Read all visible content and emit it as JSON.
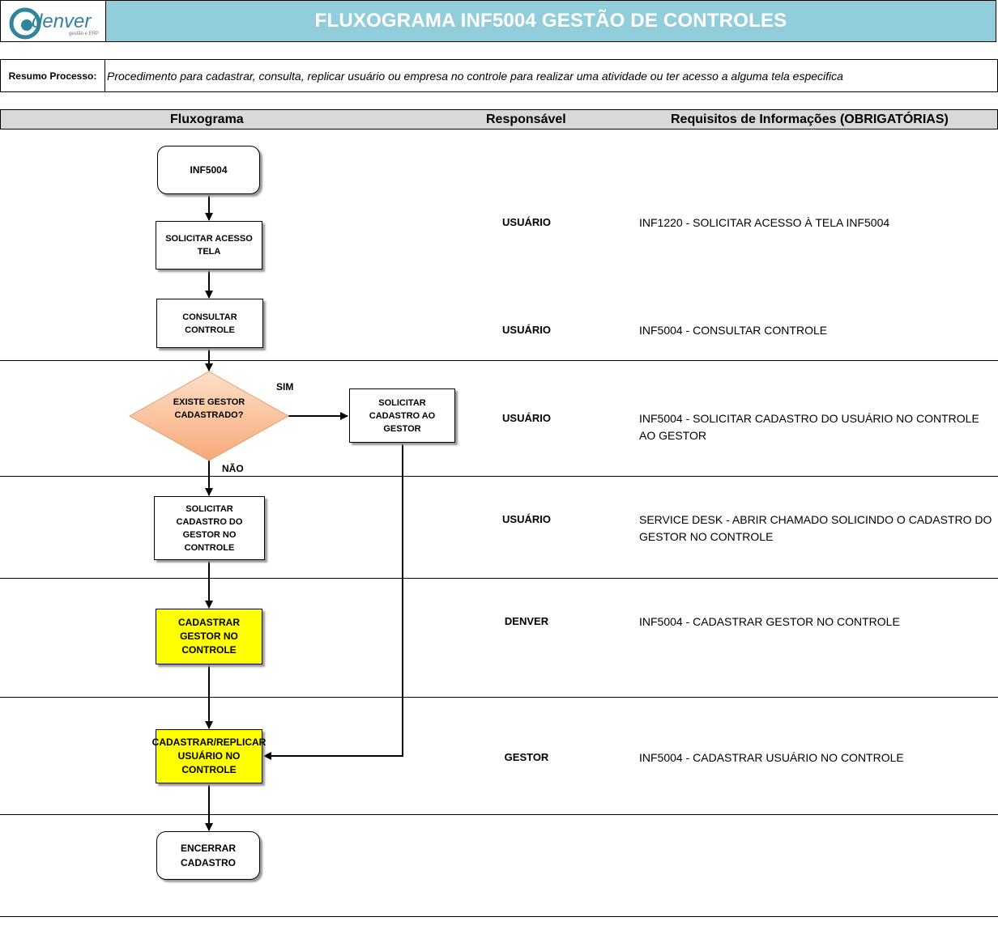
{
  "header": {
    "logo_text": "denver",
    "logo_sub": "gestão e ERP",
    "title": "FLUXOGRAMA INF5004 GESTÃO DE CONTROLES"
  },
  "resumo": {
    "label": "Resumo Processo:",
    "text": "Procedimento para cadastrar, consulta, replicar usuário ou empresa no controle para realizar uma atividade ou ter acesso a alguma tela especifica"
  },
  "columns": {
    "flow": "Fluxograma",
    "resp": "Responsável",
    "req": "Requisitos de Informações (OBRIGATÓRIAS)"
  },
  "flow": {
    "start": "INF5004",
    "solicitar_acesso": "SOLICITAR ACESSO TELA",
    "consultar": "CONSULTAR CONTROLE",
    "decision": "EXISTE GESTOR CADASTRADO?",
    "sim": "SIM",
    "nao": "NÃO",
    "solicitar_gestor_cad": "SOLICITAR CADASTRO AO GESTOR",
    "solicitar_cad_gestor": "SOLICITAR CADASTRO DO GESTOR NO CONTROLE",
    "cadastrar_gestor": "CADASTRAR GESTOR NO CONTROLE",
    "cadastrar_usuario": "CADASTRAR/REPLICAR USUÁRIO NO CONTROLE",
    "end": "ENCERRAR CADASTRO"
  },
  "rows": [
    {
      "resp": "USUÁRIO",
      "req": "INF1220 - SOLICITAR ACESSO À TELA INF5004"
    },
    {
      "resp": "USUÁRIO",
      "req": "INF5004 - CONSULTAR CONTROLE"
    },
    {
      "resp": "USUÁRIO",
      "req": "INF5004 - SOLICITAR CADASTRO DO USUÁRIO NO CONTROLE AO GESTOR"
    },
    {
      "resp": "USUÁRIO",
      "req": "SERVICE DESK - ABRIR CHAMADO SOLICINDO O CADASTRO DO GESTOR NO CONTROLE"
    },
    {
      "resp": "DENVER",
      "req": "INF5004 - CADASTRAR GESTOR NO CONTROLE"
    },
    {
      "resp": "GESTOR",
      "req": "INF5004 - CADASTRAR USUÁRIO NO CONTROLE"
    }
  ],
  "colors": {
    "title_bg": "#92cddc",
    "header_bg": "#d9d9d9",
    "highlight": "#ffff00",
    "decision": "#fbc49d"
  }
}
